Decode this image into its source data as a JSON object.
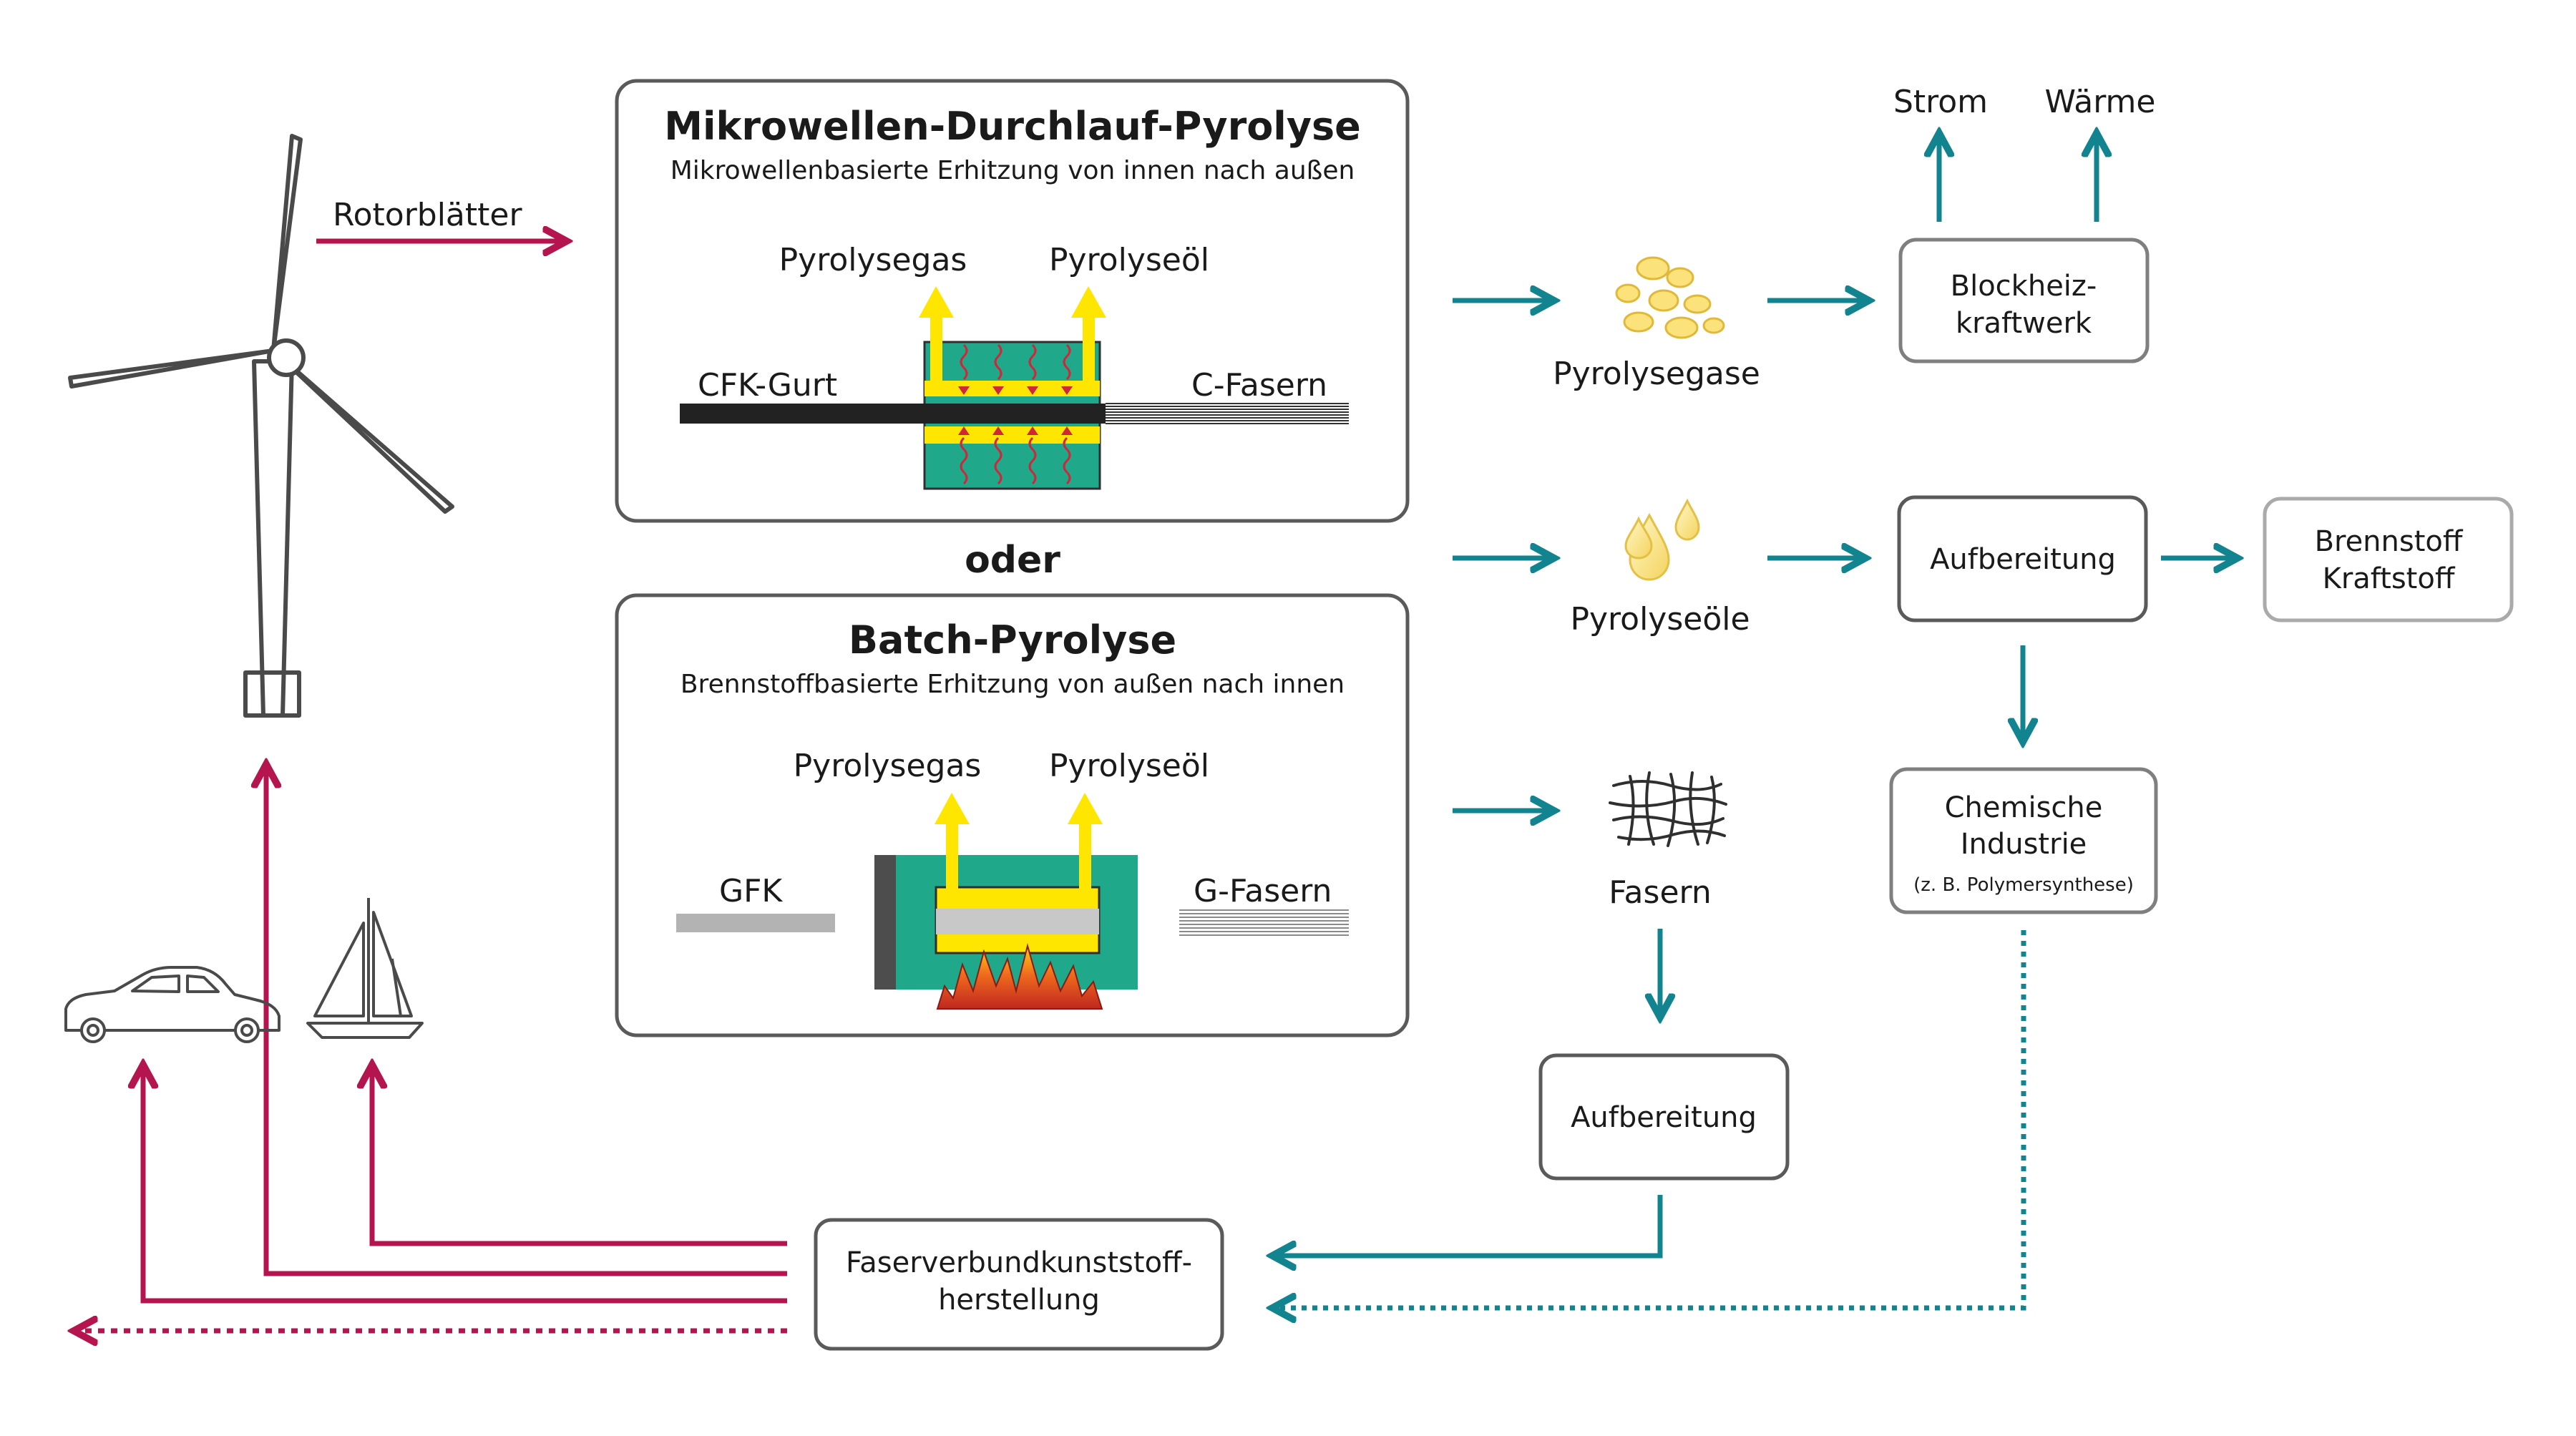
{
  "colors": {
    "teal": "#12848f",
    "magenta": "#b5154f",
    "yellow": "#ffe600",
    "green": "#1fa98a",
    "box_border": "#5a5a5a",
    "box_border_light": "#aaaaaa"
  },
  "wind_turbine": {
    "input_label": "Rotorblätter",
    "icon": "wind-turbine-icon"
  },
  "microwave_box": {
    "title": "Mikrowellen-Durchlauf-Pyrolyse",
    "subtitle": "Mikrowellenbasierte Erhitzung von innen nach außen",
    "out_gas": "Pyrolysegas",
    "out_oil": "Pyrolyseöl",
    "input": "CFK-Gurt",
    "output": "C-Fasern"
  },
  "or_label": "oder",
  "batch_box": {
    "title": "Batch-Pyrolyse",
    "subtitle": "Brennstoffbasierte Erhitzung von außen nach innen",
    "out_gas": "Pyrolysegas",
    "out_oil": "Pyrolyseöl",
    "input": "GFK",
    "output": "G-Fasern"
  },
  "products": {
    "gases": {
      "label": "Pyrolysegase",
      "icon": "gas-cloud-icon"
    },
    "oils": {
      "label": "Pyrolyseöle",
      "icon": "oil-drops-icon"
    },
    "fibers": {
      "label": "Fasern",
      "icon": "fiber-mesh-icon"
    }
  },
  "chp": {
    "label_line1": "Blockheiz-",
    "label_line2": "kraftwerk",
    "out_power": "Strom",
    "out_heat": "Wärme"
  },
  "oil_processing": {
    "label": "Aufbereitung"
  },
  "fuel_box": {
    "line1": "Brennstoff",
    "line2": "Kraftstoff"
  },
  "chemical_box": {
    "line1": "Chemische",
    "line2": "Industrie",
    "note": "(z. B. Polymersynthese)"
  },
  "fiber_processing": {
    "label": "Aufbereitung"
  },
  "composite_box": {
    "line1": "Faserverbundkunststoff-",
    "line2": "herstellung"
  },
  "applications": {
    "car": "car-icon",
    "boat": "sailboat-icon"
  }
}
